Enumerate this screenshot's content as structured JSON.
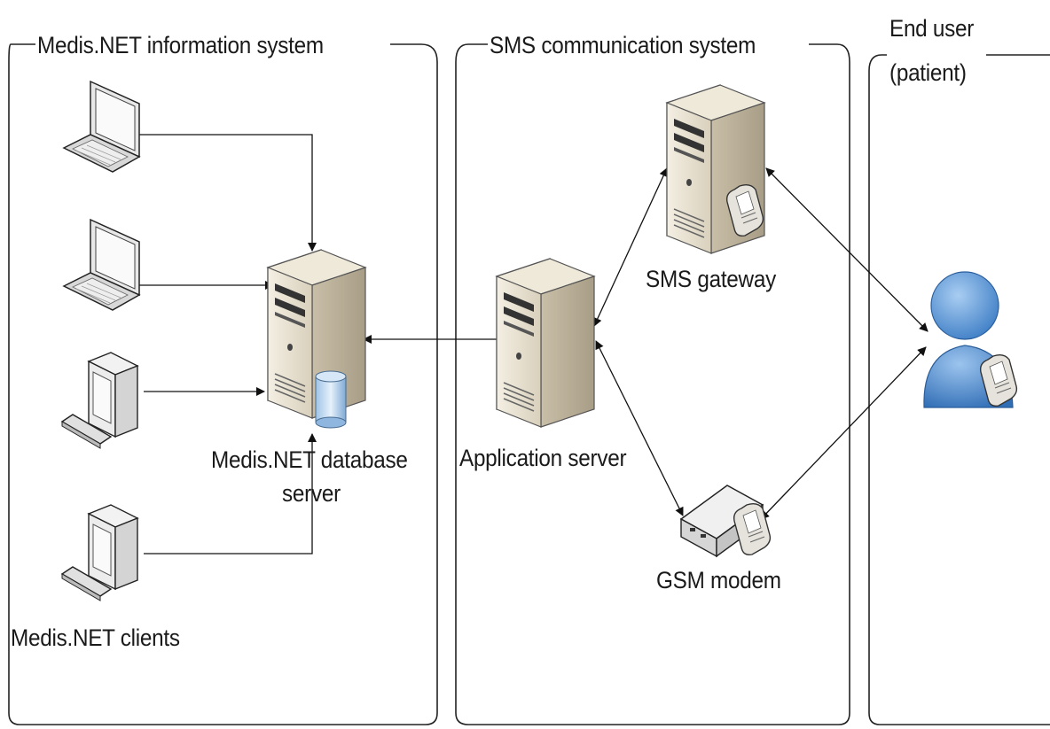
{
  "zones": {
    "medis_system": "Medis.NET information system",
    "sms_system": "SMS communication system",
    "end_user_line1": "End user",
    "end_user_line2": "(patient)"
  },
  "nodes": {
    "database_server_line1": "Medis.NET database",
    "database_server_line2": "server",
    "clients": "Medis.NET clients",
    "application_server": "Application server",
    "sms_gateway": "SMS gateway",
    "gsm_modem": "GSM modem"
  }
}
